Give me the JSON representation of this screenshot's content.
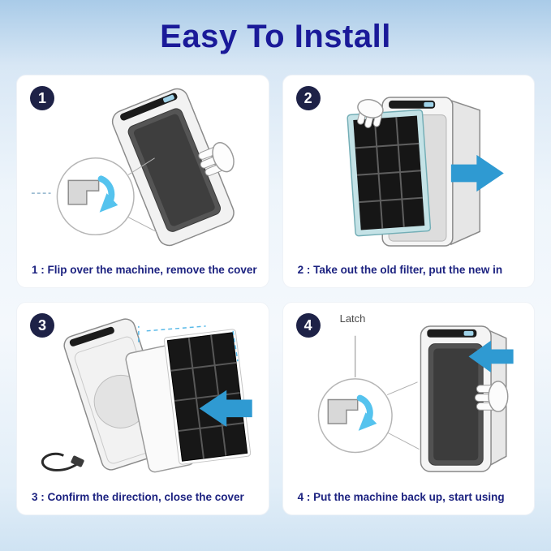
{
  "page": {
    "title": "Easy To Install"
  },
  "steps": [
    {
      "number": "1",
      "caption": "1 : Flip over the machine, remove the cover"
    },
    {
      "number": "2",
      "caption": "2 : Take out the old filter, put the new in"
    },
    {
      "number": "3",
      "caption": "3 : Confirm the direction, close the cover"
    },
    {
      "number": "4",
      "caption": "4 : Put the machine back up, start using",
      "annotation": "Latch"
    }
  ],
  "icons": {
    "arrow_right_icon": "→",
    "arrow_left_icon": "←",
    "rotate_latch_arrow_icon": "⟳"
  },
  "colors": {
    "title_text": "#1a1a99",
    "caption_text": "#1c2280",
    "step_badge_bg": "#1e2247",
    "arrow_blue": "#2f9ad2",
    "curved_arrow_blue": "#55c3ee",
    "panel_bg": "#ffffff",
    "background_top": "#a9cbe8",
    "background_bottom": "#cfe3f3"
  }
}
